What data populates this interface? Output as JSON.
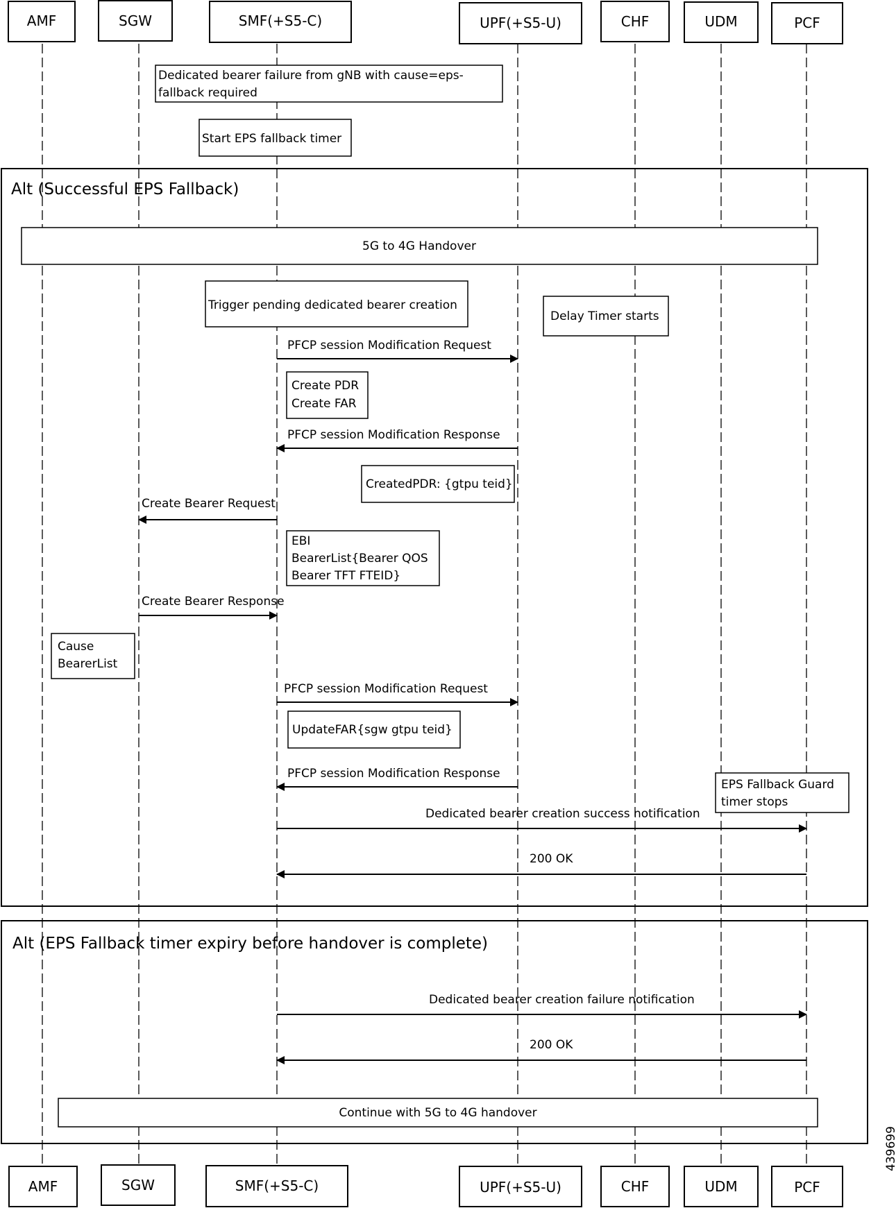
{
  "participants": [
    {
      "id": "amf",
      "label": "AMF"
    },
    {
      "id": "sgw",
      "label": "SGW"
    },
    {
      "id": "smf",
      "label": "SMF(+S5-C)"
    },
    {
      "id": "upf",
      "label": "UPF(+S5-U)"
    },
    {
      "id": "chf",
      "label": "CHF"
    },
    {
      "id": "udm",
      "label": "UDM"
    },
    {
      "id": "pcf",
      "label": "PCF"
    }
  ],
  "notes": {
    "bearer_failure": [
      "Dedicated bearer failure from gNB with cause=eps-",
      "fallback required"
    ],
    "start_timer": [
      "Start EPS fallback timer"
    ],
    "handover": [
      "5G to 4G Handover"
    ],
    "trigger_pending": [
      "Trigger pending dedicated bearer creation"
    ],
    "delay_timer": [
      "Delay Timer starts"
    ],
    "create_pdr_far": [
      "Create PDR",
      "Create FAR"
    ],
    "created_pdr": [
      "CreatedPDR: {gtpu teid}"
    ],
    "bearer_details": [
      "EBI",
      "BearerList{Bearer QOS",
      "Bearer TFT FTEID}"
    ],
    "cause_bearerlist": [
      "Cause",
      "BearerList"
    ],
    "update_far": [
      "UpdateFAR{sgw gtpu teid}"
    ],
    "guard_timer": [
      "EPS Fallback Guard",
      "timer stops"
    ],
    "continue_handover": [
      "Continue with 5G to 4G handover"
    ]
  },
  "frames": {
    "alt_success": "Alt  (Successful EPS Fallback)",
    "alt_expiry": "Alt  (EPS Fallback timer expiry before handover is complete)"
  },
  "messages": {
    "pfcp_req_1": "PFCP session Modification Request",
    "pfcp_resp_1": "PFCP session Modification Response",
    "create_bearer_req": "Create Bearer Request",
    "create_bearer_resp": "Create Bearer Response",
    "pfcp_req_2": "PFCP session Modification Request",
    "pfcp_resp_2": "PFCP session Modification Response",
    "success_notification": "Dedicated bearer creation success notification",
    "ok_1": "200 OK",
    "failure_notification": "Dedicated bearer creation failure notification",
    "ok_2": "200 OK"
  },
  "figure_number": "439699"
}
